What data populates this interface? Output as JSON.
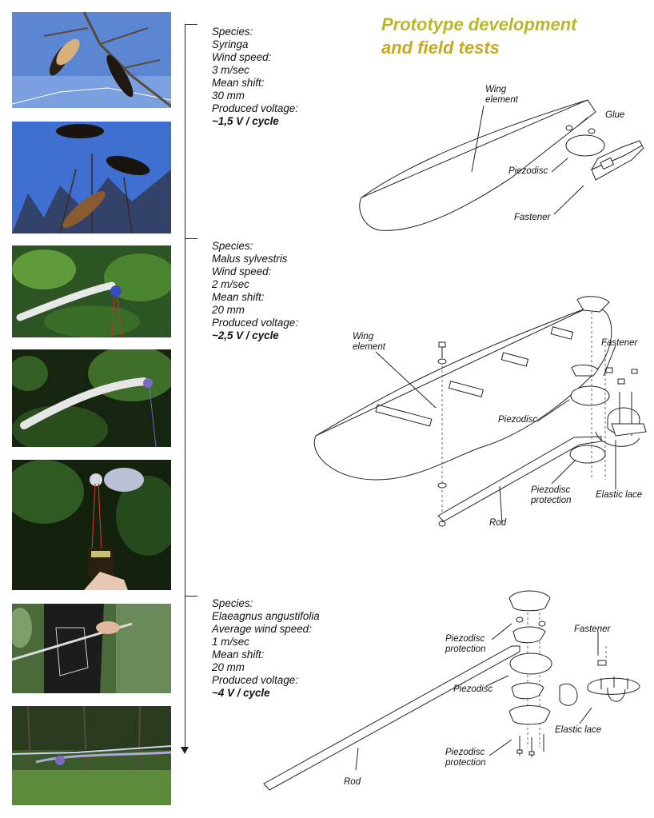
{
  "title": {
    "line1": "Prototype development",
    "line2": "and field tests"
  },
  "tests": [
    {
      "species_label": "Species:",
      "species": "Syringa",
      "wind_label": "Wind speed:",
      "wind": "3 m/sec",
      "shift_label": "Mean shift:",
      "shift": "30 mm",
      "voltage_label": "Produced voltage:",
      "voltage": "~1,5 V / cycle"
    },
    {
      "species_label": "Species:",
      "species": "Malus sylvestris",
      "wind_label": "Wind speed:",
      "wind": "2 m/sec",
      "shift_label": "Mean shift:",
      "shift": "20 mm",
      "voltage_label": "Produced voltage:",
      "voltage": "~2,5 V / cycle"
    },
    {
      "species_label": "Species:",
      "species": "Elaeagnus angustifolia",
      "wind_label": "Average wind speed:",
      "wind": "1 m/sec",
      "shift_label": "Mean shift:",
      "shift": "20 mm",
      "voltage_label": "Produced voltage:",
      "voltage": "~4 V / cycle"
    }
  ],
  "diagram1": {
    "wing_element": "Wing\nelement",
    "glue": "Glue",
    "piezodisc": "Piezodisc",
    "fastener": "Fastener"
  },
  "diagram2": {
    "wing_element": "Wing\nelement",
    "fastener": "Fastener",
    "piezodisc": "Piezodisc",
    "piezodisc_protection": "Piezodisc\nprotection",
    "elastic_lace": "Elastic lace",
    "rod": "Rod"
  },
  "diagram3": {
    "piezodisc_protection_top": "Piezodisc\nprotection",
    "fastener": "Fastener",
    "piezodisc": "Piezodisc",
    "elastic_lace": "Elastic lace",
    "piezodisc_protection_bottom": "Piezodisc\nprotection",
    "rod": "Rod"
  },
  "colors": {
    "title_green": "#a8c23a",
    "title_orange": "#c9a81f",
    "sky": "#4a79c9",
    "foliage": "#1f3d1a"
  }
}
